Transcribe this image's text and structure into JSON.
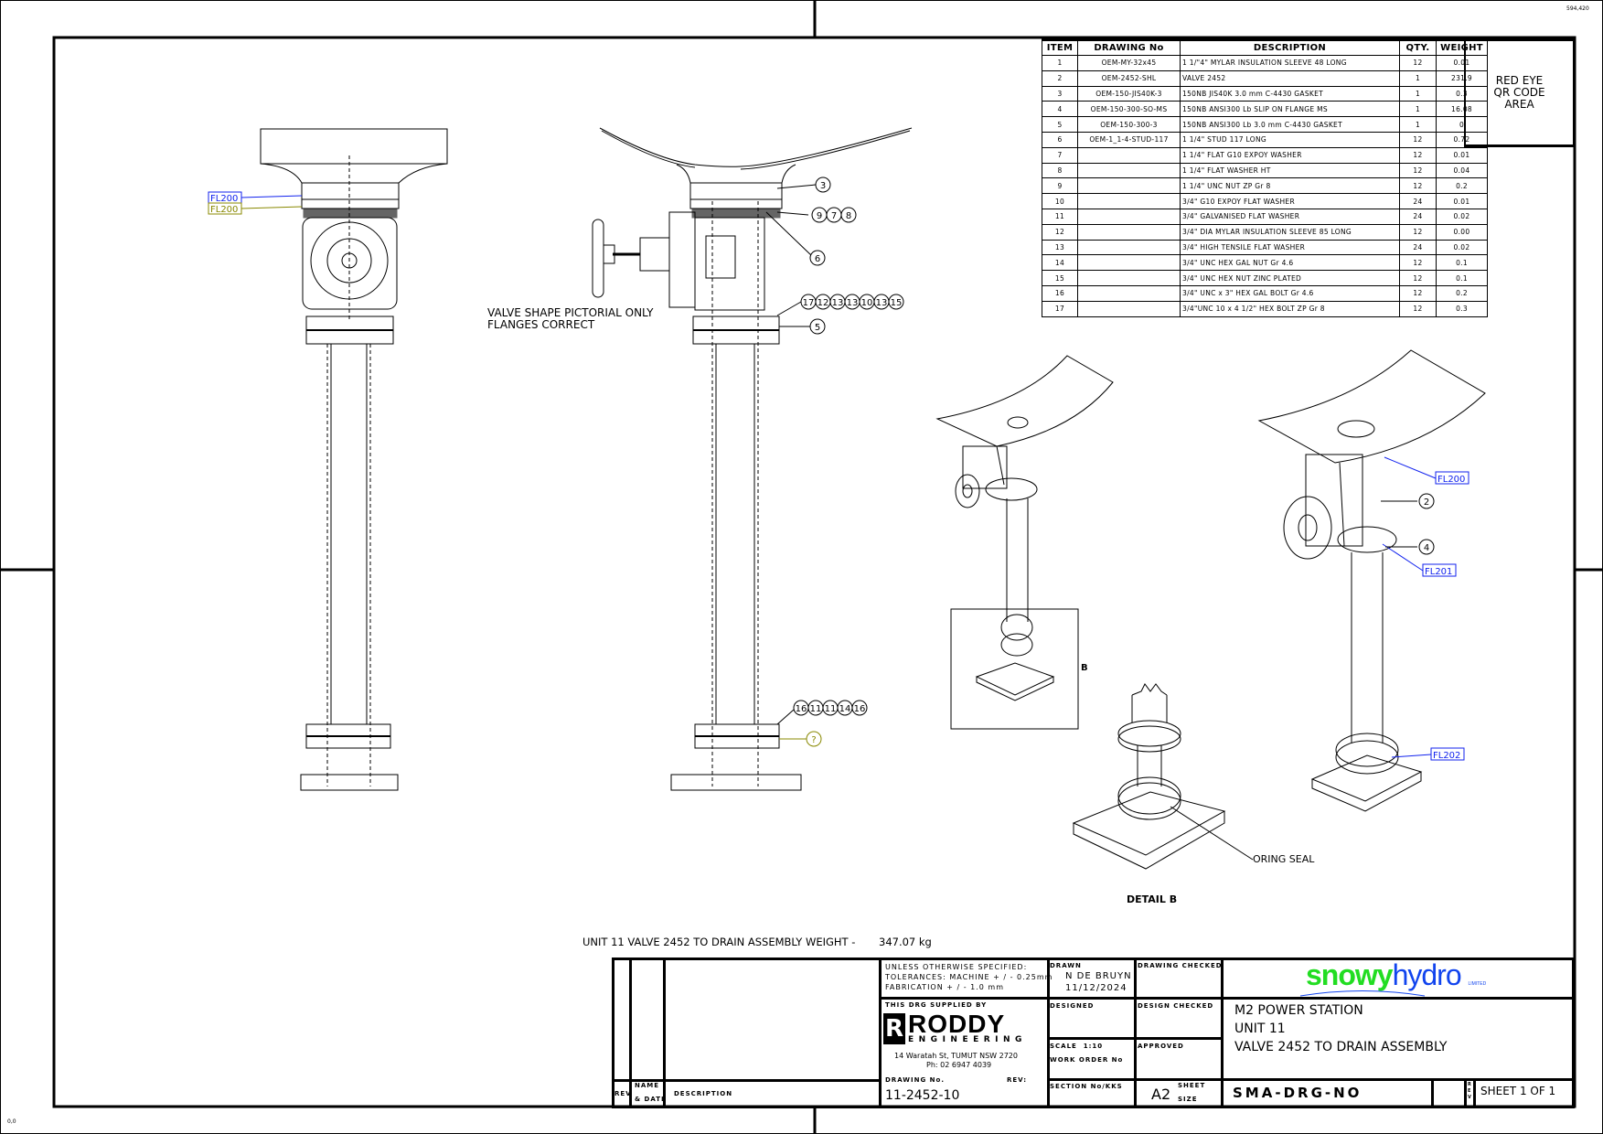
{
  "sheet": {
    "corner_top_right": "594,420",
    "corner_bottom_left": "0,0"
  },
  "bom": {
    "headers": [
      "ITEM",
      "DRAWING No",
      "DESCRIPTION",
      "QTY.",
      "WEIGHT"
    ],
    "rows": [
      [
        "1",
        "OEM-MY-32x45",
        "1 1/\"4\" MYLAR INSULATION SLEEVE 48 LONG",
        "12",
        "0.01"
      ],
      [
        "2",
        "OEM-2452-SHL",
        "VALVE 2452",
        "1",
        "231.9"
      ],
      [
        "3",
        "OEM-150-JIS40K-3",
        "150NB JIS40K 3.0 mm C-4430 GASKET",
        "1",
        "0.3"
      ],
      [
        "4",
        "OEM-150-300-SO-MS",
        "150NB ANSI300 Lb SLIP ON FLANGE MS",
        "1",
        "16.08"
      ],
      [
        "5",
        "OEM-150-300-3",
        "150NB ANSI300 Lb 3.0 mm C-4430 GASKET",
        "1",
        "0"
      ],
      [
        "6",
        "OEM-1_1-4-STUD-117",
        "1 1/4\" STUD 117 LONG",
        "12",
        "0.72"
      ],
      [
        "7",
        "",
        "1 1/4\" FLAT G10 EXPOY WASHER",
        "12",
        "0.01"
      ],
      [
        "8",
        "",
        "1 1/4\" FLAT WASHER HT",
        "12",
        "0.04"
      ],
      [
        "9",
        "",
        "1 1/4\" UNC NUT ZP Gr 8",
        "12",
        "0.2"
      ],
      [
        "10",
        "",
        "3/4\"  G10  EXPOY FLAT WASHER",
        "24",
        "0.01"
      ],
      [
        "11",
        "",
        "3/4\"  GALVANISED FLAT WASHER",
        "24",
        "0.02"
      ],
      [
        "12",
        "",
        "3/4\" DIA MYLAR INSULATION SLEEVE 85 LONG",
        "12",
        "0.00"
      ],
      [
        "13",
        "",
        "3/4\" HIGH TENSILE FLAT WASHER",
        "24",
        "0.02"
      ],
      [
        "14",
        "",
        "3/4\" UNC HEX GAL NUT Gr 4.6",
        "12",
        "0.1"
      ],
      [
        "15",
        "",
        "3/4\" UNC HEX NUT ZINC PLATED",
        "12",
        "0.1"
      ],
      [
        "16",
        "",
        "3/4\" UNC x 3\" HEX GAL BOLT Gr 4.6",
        "12",
        "0.2"
      ],
      [
        "17",
        "",
        "3/4\"UNC 10 x 4 1/2\" HEX BOLT ZP Gr 8",
        "12",
        "0.3"
      ]
    ]
  },
  "qr_area": {
    "line1": "RED EYE",
    "line2": "QR CODE",
    "line3": "AREA"
  },
  "annotations": {
    "fl200": "FL200",
    "fl200_alt": "FL200",
    "fl201": "FL201",
    "fl202": "FL202",
    "valve_note_1": "VALVE SHAPE PICTORIAL ONLY",
    "valve_note_2": "FLANGES CORRECT",
    "detail_marker": "B",
    "detail_title": "DETAIL B",
    "oring": "ORING SEAL",
    "balloons_top": "3",
    "balloons_978": [
      "9",
      "7",
      "8"
    ],
    "balloon_6": "6",
    "balloons_flange": [
      "17",
      "12",
      "13",
      "13",
      "10",
      "13",
      "15"
    ],
    "balloon_5": "5",
    "balloons_bottom": [
      "16",
      "11",
      "11",
      "14",
      "16"
    ],
    "balloon_unknown": "?",
    "iso_balloon_2": "2",
    "iso_balloon_4": "4",
    "weight_label": "UNIT 11 VALVE 2452 TO DRAIN ASSEMBLY WEIGHT -",
    "weight_value": "347.07 kg"
  },
  "title_block": {
    "rev_label": "REV",
    "name_label": "NAME",
    "date_label": "& DATE",
    "desc_label": "DESCRIPTION",
    "tol_1": "UNLESS OTHERWISE SPECIFIED:",
    "tol_2": "TOLERANCES: MACHINE + / - 0.25mm",
    "tol_3": "FABRICATION + / - 1.0 mm",
    "supplied_by": "THIS DRG SUPPLIED BY",
    "company": "RODDY",
    "company_sub": "ENGINEERING",
    "address": "14 Waratah St, TUMUT NSW 2720",
    "phone": "Ph: 02 6947 4039",
    "drawing_no_label": "DRAWING No.",
    "rev_field_label": "REV:",
    "drawing_no": "11-2452-10",
    "drawn_label": "DRAWN",
    "drawn_by": "N DE BRUYN",
    "drawn_date": "11/12/2024",
    "drawing_checked_label": "DRAWING CHECKED",
    "designed_label": "DESIGNED",
    "design_checked_label": "DESIGN CHECKED",
    "scale_label": "SCALE",
    "scale": "1:10",
    "work_order_label": "WORK ORDER No",
    "approved_label": "APPROVED",
    "section_label": "SECTION No/KKS",
    "sheet_size": "A2",
    "sheet_label": "SHEET",
    "size_label": "SIZE",
    "client_1": "snowy",
    "client_2": "hydro",
    "client_sub": "LIMITED",
    "title_1": "M2 POWER STATION",
    "title_2": "UNIT 11",
    "title_3": "VALVE 2452 TO DRAIN ASSEMBLY",
    "doc_no": "SMA-DRG-NO",
    "rev_vert": "REV",
    "sheet_of": "SHEET 1 OF 1",
    "brand_green": "#22dd22",
    "brand_blue": "#1144ee"
  }
}
